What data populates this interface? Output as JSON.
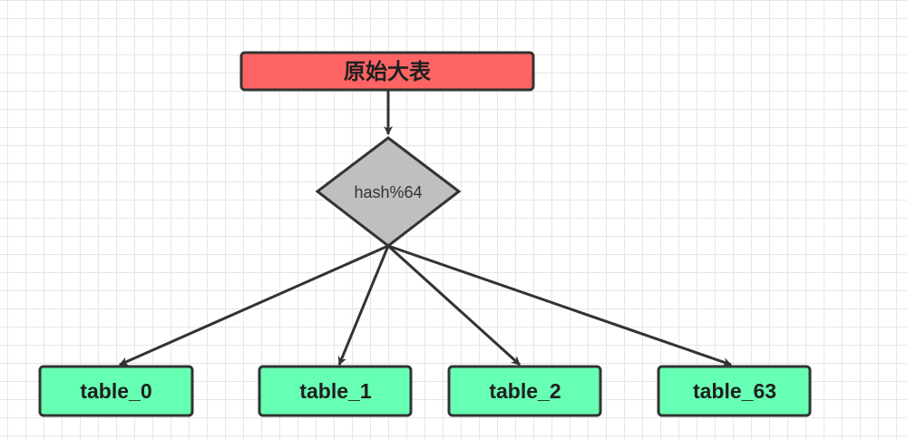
{
  "source": {
    "label": "原始大表",
    "fill": "#fe6464"
  },
  "decision": {
    "label": "hash%64",
    "fill": "#bfbfbf"
  },
  "targets": [
    {
      "label": "table_0"
    },
    {
      "label": "table_1"
    },
    {
      "label": "table_2"
    },
    {
      "label": "table_63"
    }
  ],
  "colors": {
    "target_fill": "#66ffb3",
    "stroke": "#333333",
    "grid": "#e6e6e6"
  }
}
